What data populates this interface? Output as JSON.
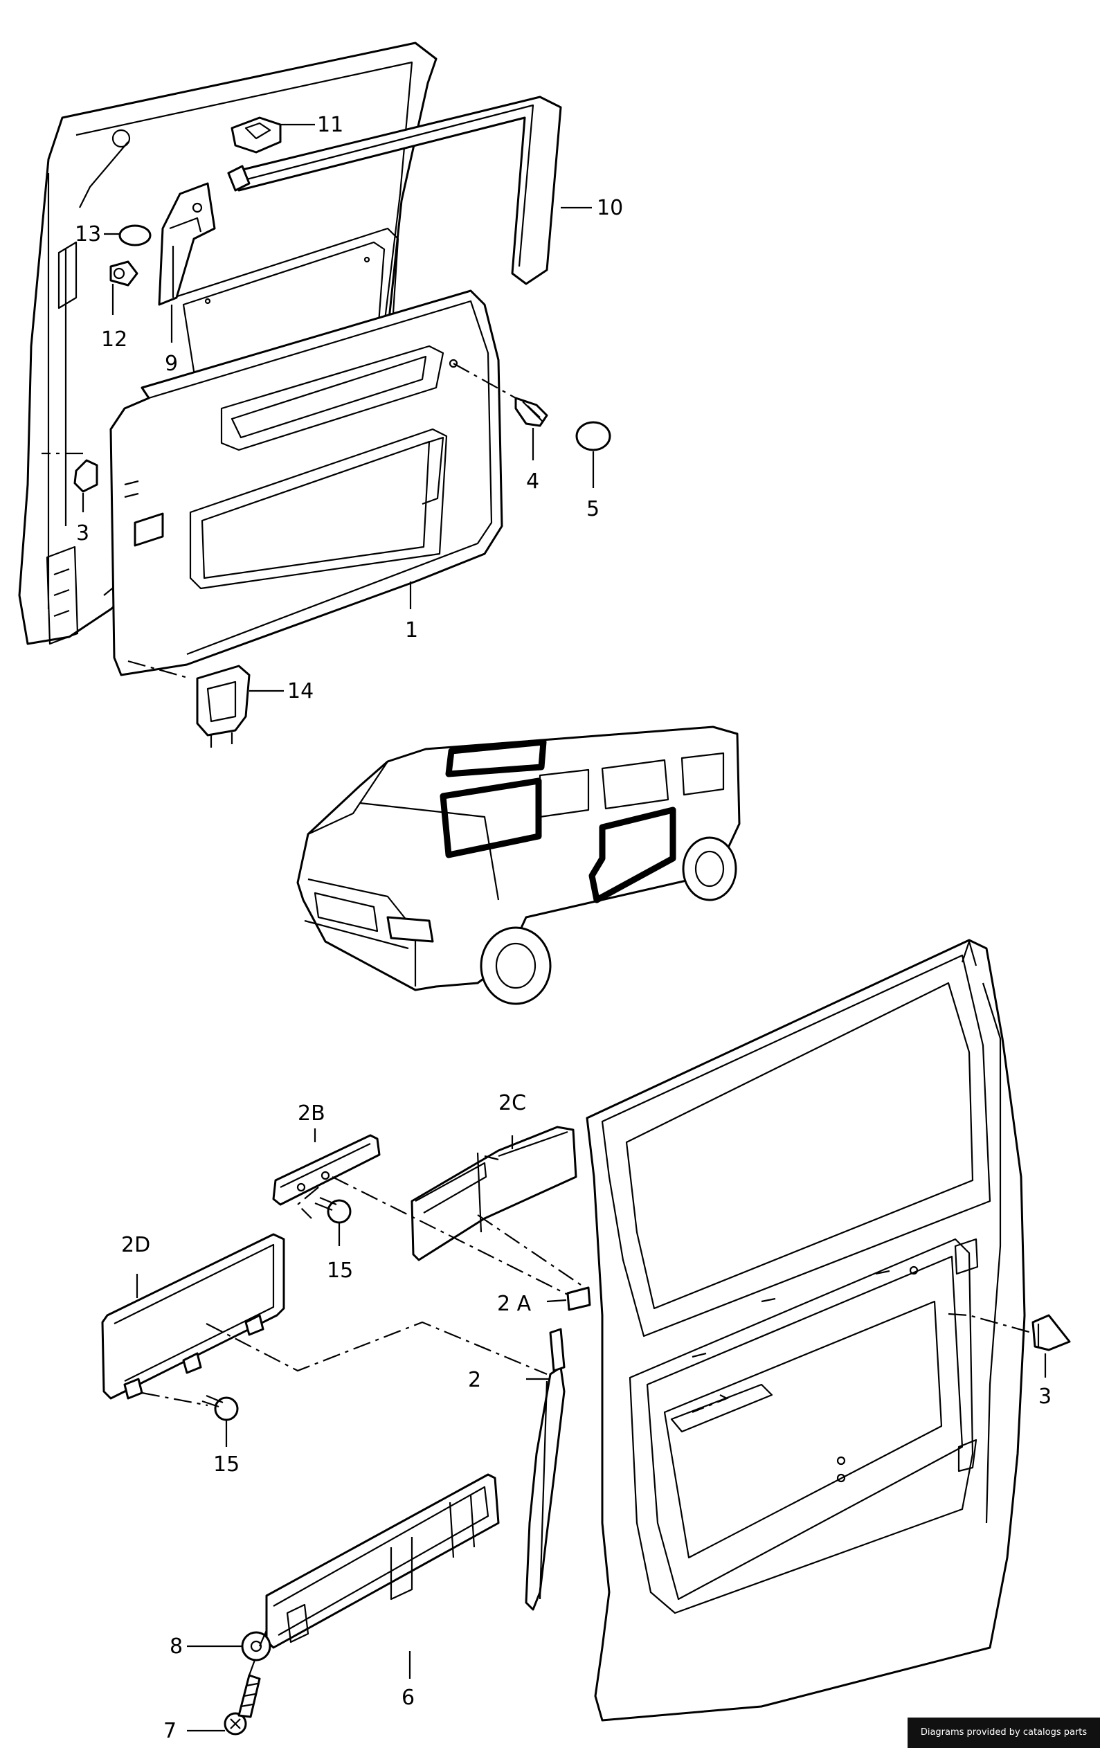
{
  "callouts": {
    "c1": "1",
    "c3_top": "3",
    "c4": "4",
    "c5": "5",
    "c9": "9",
    "c10": "10",
    "c11": "11",
    "c12": "12",
    "c13": "13",
    "c14": "14",
    "c2": "2",
    "c2A": "2 A",
    "c2B": "2B",
    "c2C": "2C",
    "c2D": "2D",
    "c3_bottom": "3",
    "c6": "6",
    "c7": "7",
    "c8": "8",
    "c15_a": "15",
    "c15_b": "15"
  },
  "footer": {
    "credit": "Diagrams provided by catalogs parts"
  }
}
